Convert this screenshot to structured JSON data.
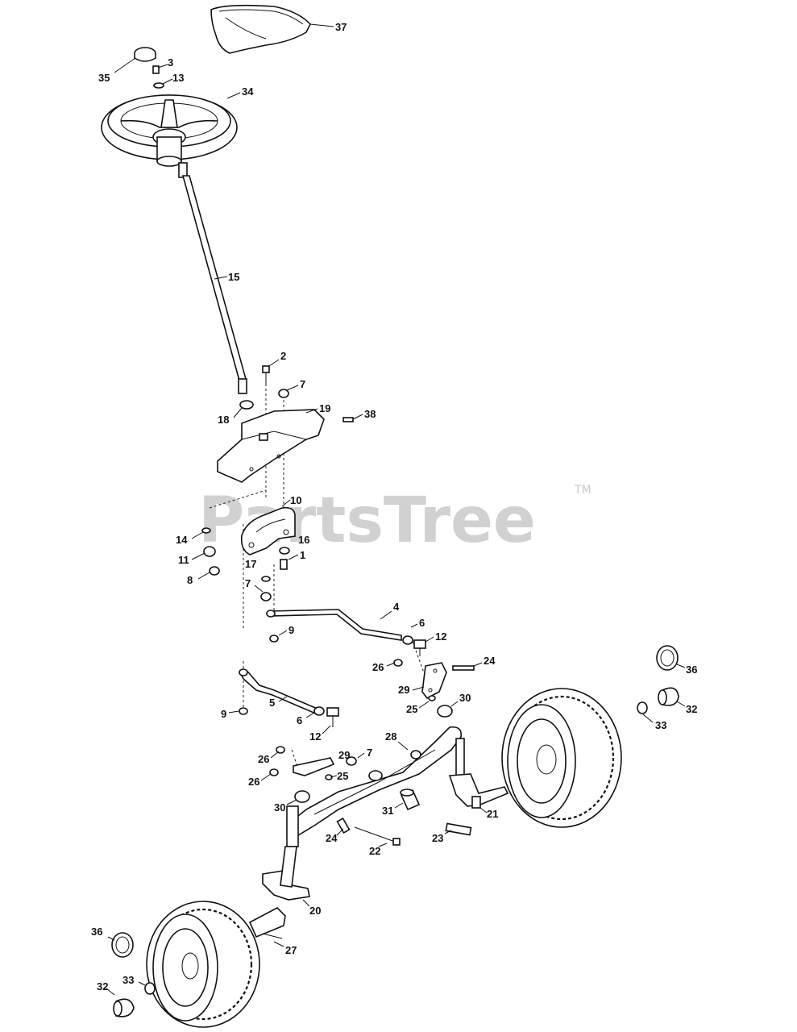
{
  "watermark": {
    "text": "PartsTree",
    "trademark": "TM"
  },
  "part_numbers": [
    "37",
    "35",
    "3",
    "13",
    "34",
    "15",
    "2",
    "7",
    "18",
    "19",
    "38",
    "10",
    "14",
    "16",
    "11",
    "1",
    "17",
    "8",
    "7",
    "4",
    "6",
    "9",
    "12",
    "26",
    "24",
    "29",
    "25",
    "30",
    "36",
    "9",
    "5",
    "6",
    "12",
    "32",
    "33",
    "28",
    "26",
    "7",
    "29",
    "25",
    "26",
    "30",
    "31",
    "21",
    "24",
    "22",
    "23",
    "20",
    "36",
    "27",
    "33",
    "32"
  ]
}
